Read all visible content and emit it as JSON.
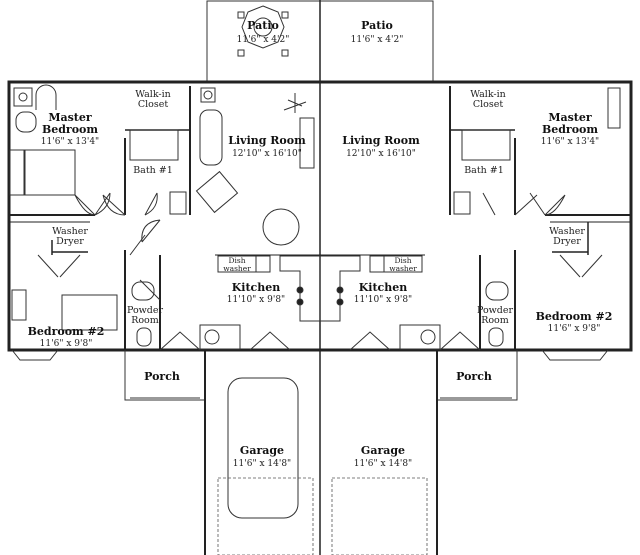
{
  "plan": {
    "left_unit": {
      "patio": {
        "name": "Patio",
        "dim": "11'6\" x 4'2\""
      },
      "master_bedroom": {
        "name_line1": "Master",
        "name_line2": "Bedroom",
        "dim": "11'6\" x 13'4\""
      },
      "walk_in_closet": {
        "line1": "Walk-in",
        "line2": "Closet"
      },
      "living_room": {
        "name": "Living Room",
        "dim": "12'10\" x 16'10\""
      },
      "bath": {
        "name": "Bath #1"
      },
      "laundry": {
        "line1": "Washer",
        "line2": "Dryer"
      },
      "dishwasher": {
        "line1": "Dish",
        "line2": "washer"
      },
      "kitchen": {
        "name": "Kitchen",
        "dim": "11'10\" x 9'8\""
      },
      "powder_room": {
        "line1": "Powder",
        "line2": "Room"
      },
      "bedroom2": {
        "name": "Bedroom #2",
        "dim": "11'6\" x 9'8\""
      },
      "porch": {
        "name": "Porch"
      },
      "garage": {
        "name": "Garage",
        "dim": "11'6\" x 14'8\""
      }
    },
    "right_unit": {
      "patio": {
        "name": "Patio",
        "dim": "11'6\" x 4'2\""
      },
      "master_bedroom": {
        "name_line1": "Master",
        "name_line2": "Bedroom",
        "dim": "11'6\" x 13'4\""
      },
      "walk_in_closet": {
        "line1": "Walk-in",
        "line2": "Closet"
      },
      "living_room": {
        "name": "Living Room",
        "dim": "12'10\" x 16'10\""
      },
      "bath": {
        "name": "Bath #1"
      },
      "laundry": {
        "line1": "Washer",
        "line2": "Dryer"
      },
      "dishwasher": {
        "line1": "Dish",
        "line2": "washer"
      },
      "kitchen": {
        "name": "Kitchen",
        "dim": "11'10\" x 9'8\""
      },
      "powder_room": {
        "line1": "Powder",
        "line2": "Room"
      },
      "bedroom2": {
        "name": "Bedroom #2",
        "dim": "11'6\" x 9'8\""
      },
      "porch": {
        "name": "Porch"
      },
      "garage": {
        "name": "Garage",
        "dim": "11'6\" x 14'8\""
      }
    }
  }
}
